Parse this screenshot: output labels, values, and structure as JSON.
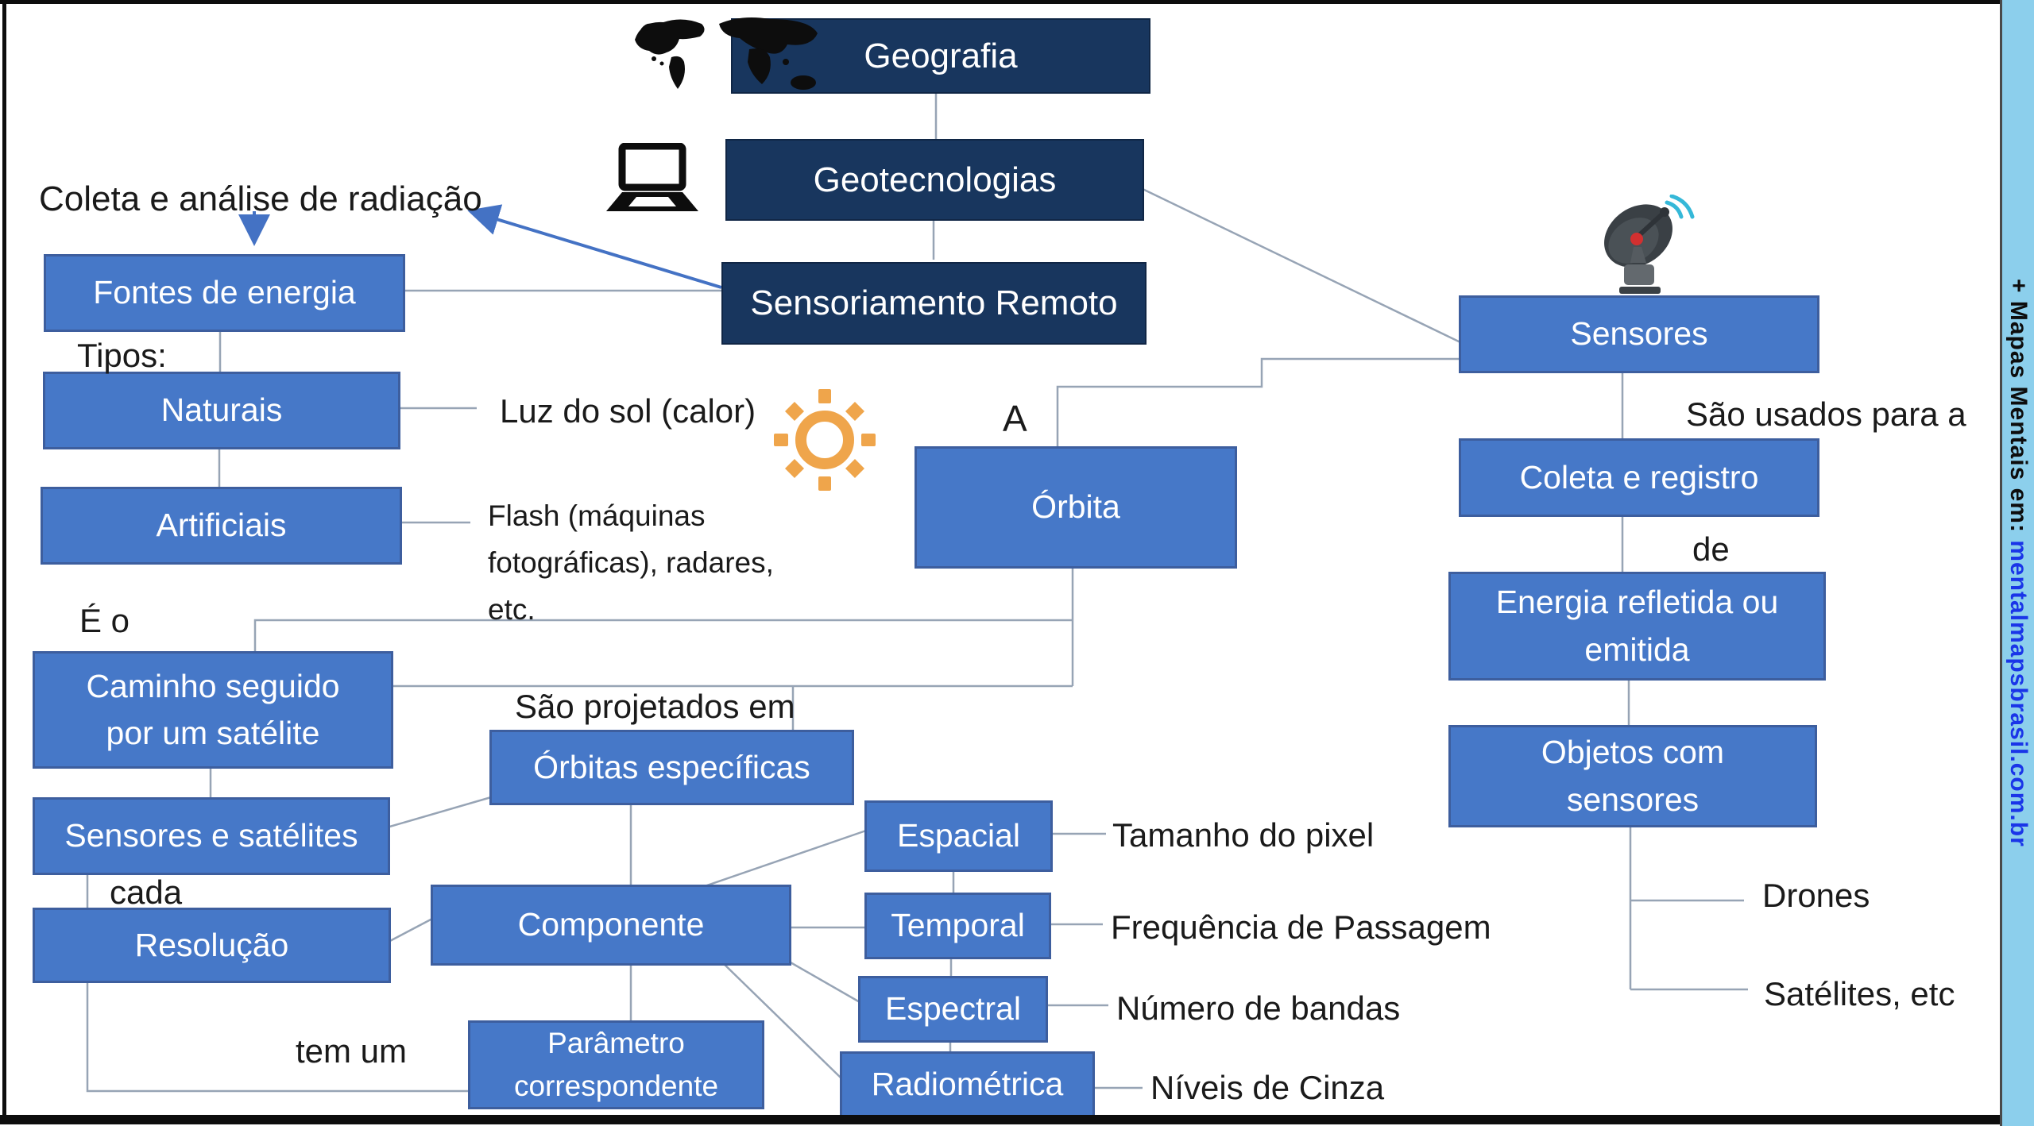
{
  "nodes": {
    "geografia": "Geografia",
    "geotecnologias": "Geotecnologias",
    "sensoriamento_remoto": "Sensoriamento Remoto",
    "fontes_energia": "Fontes de energia",
    "naturais": "Naturais",
    "artificiais": "Artificiais",
    "orbita": "Órbita",
    "sensores": "Sensores",
    "coleta_registro": "Coleta e registro",
    "energia_refletida": "Energia refletida ou emitida",
    "objetos_sensores": "Objetos com sensores",
    "caminho_satelite": "Caminho seguido por um satélite",
    "orbitas_especificas": "Órbitas específicas",
    "sensores_satelites": "Sensores e satélites",
    "resolucao": "Resolução",
    "componente": "Componente",
    "espacial": "Espacial",
    "temporal": "Temporal",
    "espectral": "Espectral",
    "radiometrica": "Radiométrica",
    "parametro": "Parâmetro correspondente"
  },
  "labels": {
    "coleta_analise": "Coleta e análise de radiação",
    "tipos": "Tipos:",
    "luz_sol": "Luz do sol (calor)",
    "flash": "Flash (máquinas fotográficas), radares, etc.",
    "a": "A",
    "sao_usados": "São usados para a",
    "de": "de",
    "drones": "Drones",
    "satelites_etc": "Satélites, etc",
    "e_o": "É o",
    "sao_projetados": "São projetados em",
    "cada": "cada",
    "tem_um": "tem um",
    "tamanho_pixel": "Tamanho do pixel",
    "frequencia_passagem": "Frequência de Passagem",
    "numero_bandas": "Número de bandas",
    "niveis_cinza": "Níveis de Cinza"
  },
  "sidebar": {
    "prefix": "+ Mapas Mentais em: ",
    "site": "mentalmapsbrasil.com.br",
    "bg": "#8CCFEC",
    "link_color": "#1A35E8"
  },
  "icons": {
    "world_map": "world-map-icon",
    "laptop": "laptop-icon",
    "sun": "sun-icon",
    "satellite_dish": "satellite-dish-icon"
  },
  "colors": {
    "dark_node_bg": "#18365E",
    "blue_node_bg": "#4678C8",
    "blue_node_border": "#3D5E9E",
    "connector": "#97A4B5",
    "arrow": "#4472C4",
    "sun": "#EFA54B",
    "text": "#1A1A1A",
    "frame": "#0d0d0d"
  }
}
